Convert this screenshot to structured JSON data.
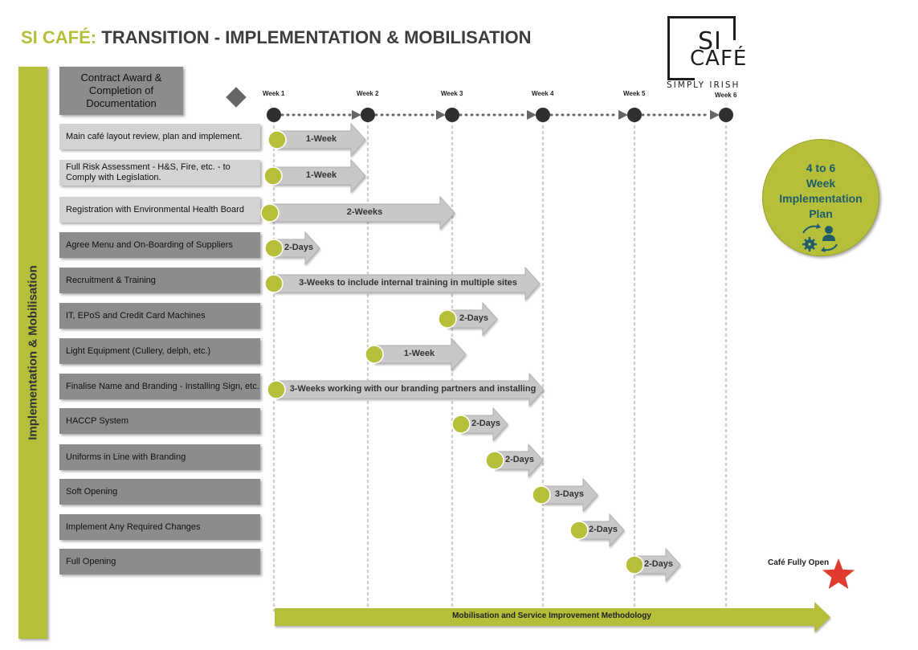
{
  "header": {
    "brand": "SI CAFÉ:",
    "title": "TRANSITION - IMPLEMENTATION & MOBILISATION"
  },
  "logo": {
    "line1": "SI",
    "line2": "CAFÉ",
    "tagline": "SIMPLY IRISH"
  },
  "side_label": "Implementation & Mobilisation",
  "award_box": "Contract Award & Completion of Documentation",
  "weeks": [
    "Week 1",
    "Week 2",
    "Week 3",
    "Week 4",
    "Week 5",
    "Week 6"
  ],
  "tasks": [
    {
      "label": "Main café layout review, plan and implement.",
      "shade": "light",
      "bar": "1-Week"
    },
    {
      "label": "Full Risk Assessment - H&S, Fire, etc. - to Comply with Legislation.",
      "shade": "light",
      "bar": "1-Week"
    },
    {
      "label": "Registration with Environmental Health Board",
      "shade": "light",
      "bar": "2-Weeks"
    },
    {
      "label": "Agree Menu and On-Boarding of Suppliers",
      "shade": "dark",
      "bar": "2-Days"
    },
    {
      "label": "Recruitment & Training",
      "shade": "dark",
      "bar": "3-Weeks to include internal training in multiple sites"
    },
    {
      "label": "IT, EPoS and Credit Card Machines",
      "shade": "dark",
      "bar": "2-Days"
    },
    {
      "label": "Light Equipment (Cullery, delph, etc.)",
      "shade": "dark",
      "bar": "1-Week"
    },
    {
      "label": "Finalise Name and Branding - Installing Sign, etc.",
      "shade": "dark",
      "bar": "3-Weeks working with our branding partners and installing"
    },
    {
      "label": "HACCP System",
      "shade": "dark",
      "bar": "2-Days"
    },
    {
      "label": "Uniforms in Line with Branding",
      "shade": "dark",
      "bar": "2-Days"
    },
    {
      "label": "Soft Opening",
      "shade": "dark",
      "bar": "3-Days"
    },
    {
      "label": "Implement Any Required Changes",
      "shade": "dark",
      "bar": "2-Days"
    },
    {
      "label": "Full Opening",
      "shade": "dark",
      "bar": "2-Days"
    }
  ],
  "plan_circle": {
    "line1": "4 to 6",
    "line2": "Week",
    "line3": "Implementation",
    "line4": "Plan",
    "icon": "people-cycle-icon"
  },
  "milestone": {
    "label": "Café Fully Open",
    "icon": "star-icon"
  },
  "mobilisation_bar": "Mobilisation and Service Improvement Methodology",
  "colors": {
    "accent": "#b5bf3a",
    "task_light": "#d3d3d3",
    "task_dark": "#8c8c8c",
    "arrow": "#c8c8c8",
    "star": "#e03c2e",
    "circle_text": "#1f5b6a"
  }
}
